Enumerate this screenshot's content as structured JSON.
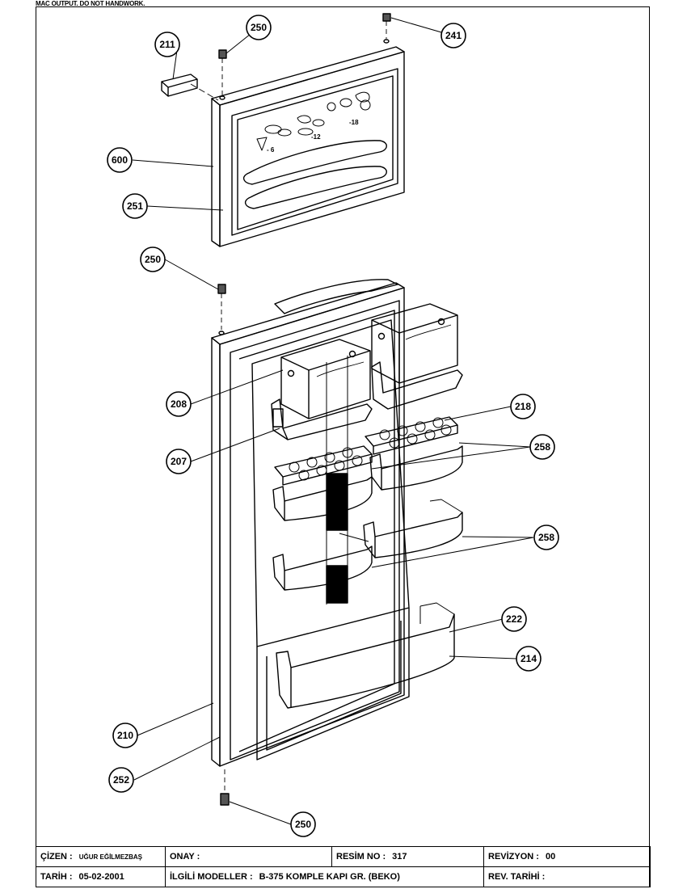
{
  "header_note": "MAC OUTPUT. DO NOT HANDWORK.",
  "callouts": [
    {
      "label": "211"
    },
    {
      "label": "250"
    },
    {
      "label": "241"
    },
    {
      "label": "600"
    },
    {
      "label": "251"
    },
    {
      "label": "250"
    },
    {
      "label": "208"
    },
    {
      "label": "207"
    },
    {
      "label": "218"
    },
    {
      "label": "258"
    },
    {
      "label": "258"
    },
    {
      "label": "222"
    },
    {
      "label": "214"
    },
    {
      "label": "210"
    },
    {
      "label": "252"
    },
    {
      "label": "250"
    }
  ],
  "freezer_marks": [
    "- 6",
    "-12",
    "-18"
  ],
  "title_block": {
    "cizen_label": "ÇİZEN :",
    "cizen_value": "UĞUR EĞİLMEZBAŞ",
    "onay_label": "ONAY :",
    "resim_label": "RESİM NO :",
    "resim_value": "317",
    "revizyon_label": "REVİZYON :",
    "revizyon_value": "00",
    "tarih_label": "TARİH :",
    "tarih_value": "05-02-2001",
    "ilgili_label": "İLGİLİ MODELLER :",
    "ilgili_value": "B-375 KOMPLE KAPI GR. (BEKO)",
    "rev_tarihi_label": "REV. TARİHİ :"
  }
}
